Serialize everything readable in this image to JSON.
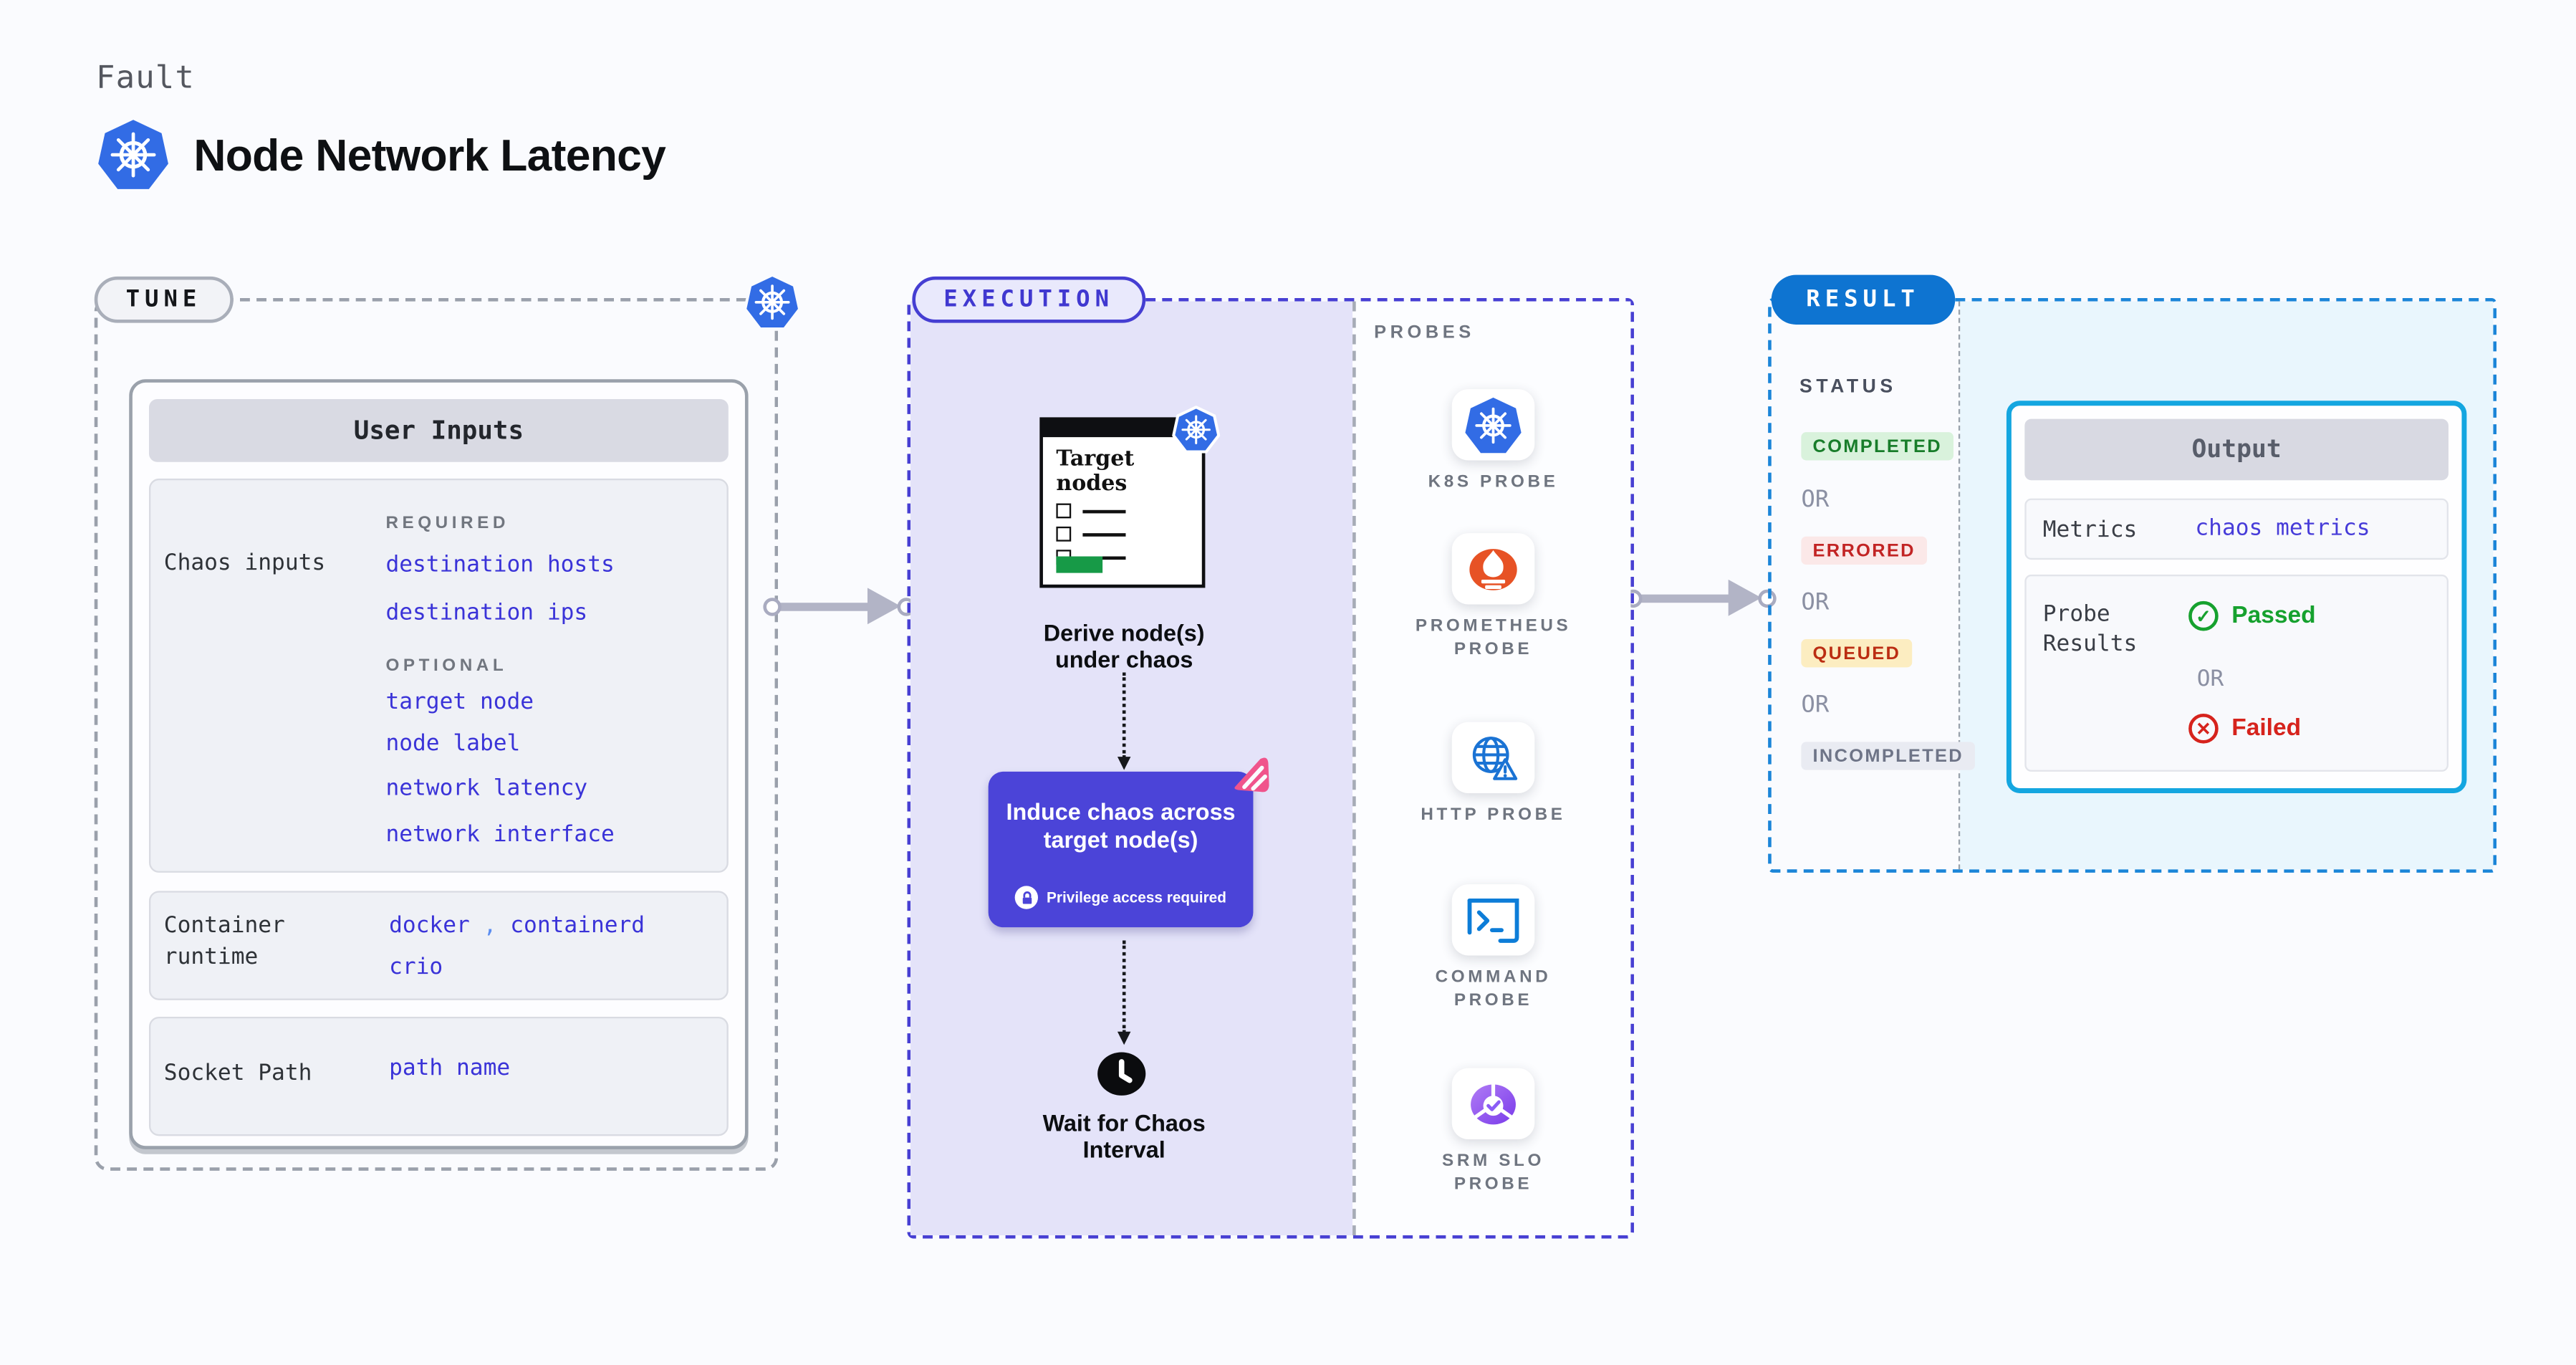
{
  "page": {
    "eyebrow": "Fault",
    "title": "Node Network Latency"
  },
  "colors": {
    "k8s_blue": "#326ce5",
    "indigo_accent": "#4b44d8",
    "lavender_bg": "#e4e3f9",
    "result_blue": "#0e74d1",
    "output_border_cyan": "#14a6e0",
    "cyan_bg": "#e9f6fd",
    "link_blue": "#3a33d8",
    "prometheus_orange": "#e75225",
    "srm_purple": "#7c3aed",
    "litmus_pink": "#f0548c",
    "passed_green": "#16a12e",
    "failed_red": "#d6231c",
    "completed_green": "#187d2a",
    "errored_red": "#c22424",
    "queued_amber_bg": "#fcedc1",
    "arrow_gray": "#b2b4c6",
    "target_green_bar": "#179a47"
  },
  "tune": {
    "badge": "TUNE",
    "user_inputs": {
      "header": "User Inputs",
      "chaos_inputs": {
        "label": "Chaos inputs",
        "required_label": "REQUIRED",
        "required": [
          "destination hosts",
          "destination ips"
        ],
        "optional_label": "OPTIONAL",
        "optional": [
          "target node",
          "node label",
          "network latency",
          "network interface"
        ]
      },
      "container_runtime": {
        "label": "Container runtime",
        "values": [
          "docker",
          "containerd",
          "crio"
        ],
        "separator": ","
      },
      "socket_path": {
        "label": "Socket Path",
        "value": "path name"
      }
    }
  },
  "execution": {
    "badge": "EXECUTION",
    "target_nodes": {
      "window_title": "Target nodes"
    },
    "derive_label": "Derive node(s) under chaos",
    "induce": {
      "title": "Induce chaos across target node(s)",
      "privilege_note": "Privilege access required"
    },
    "wait_label": "Wait for Chaos Interval",
    "probes": {
      "panel_label": "PROBES",
      "items": [
        {
          "label": "K8S PROBE",
          "icon": "kubernetes-icon"
        },
        {
          "label": "PROMETHEUS PROBE",
          "icon": "prometheus-icon"
        },
        {
          "label": "HTTP PROBE",
          "icon": "http-globe-icon"
        },
        {
          "label": "COMMAND PROBE",
          "icon": "terminal-icon"
        },
        {
          "label": "SRM SLO PROBE",
          "icon": "srm-slo-icon"
        }
      ]
    }
  },
  "result": {
    "badge": "RESULT",
    "status": {
      "label": "STATUS",
      "or_label": "OR",
      "items": [
        {
          "label": "COMPLETED",
          "state": "success"
        },
        {
          "label": "ERRORED",
          "state": "error"
        },
        {
          "label": "QUEUED",
          "state": "queued"
        },
        {
          "label": "INCOMPLETED",
          "state": "incomplete"
        }
      ]
    },
    "output": {
      "header": "Output",
      "metrics_label": "Metrics",
      "metrics_value": "chaos metrics",
      "probe_results_label": "Probe Results",
      "passed_label": "Passed",
      "or_label": "OR",
      "failed_label": "Failed"
    }
  }
}
